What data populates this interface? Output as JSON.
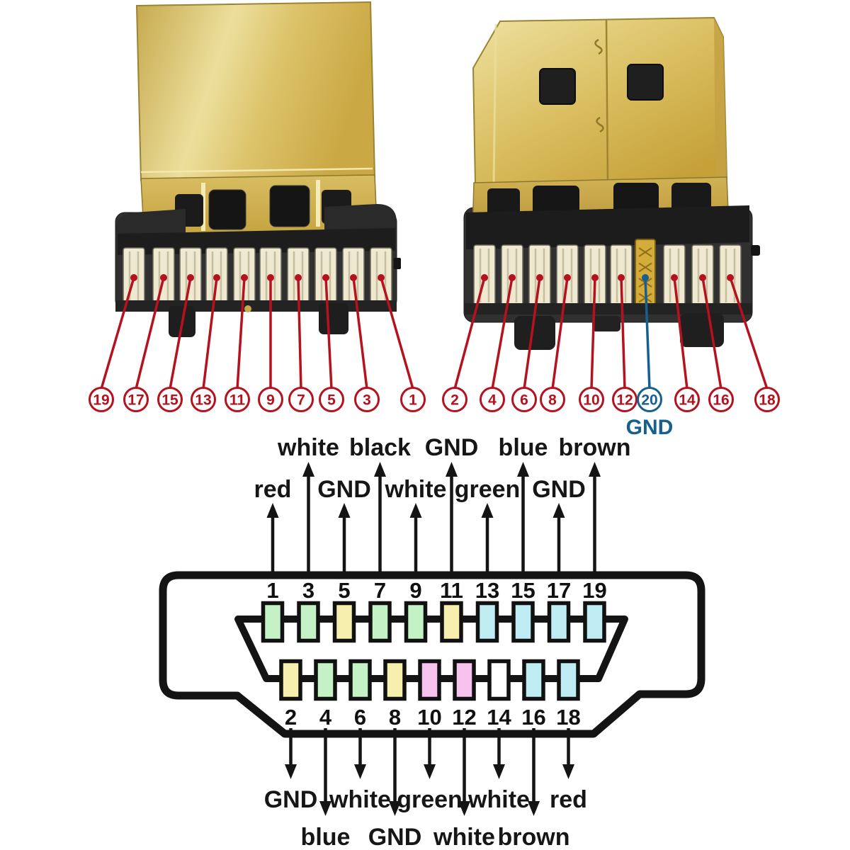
{
  "palette": {
    "callout_red": "#b5121f",
    "callout_blue": "#15608f",
    "line_black": "#141414",
    "label_color": "#161616",
    "connector_gold": "#d9bd63",
    "wire_green": "#c4f1c5",
    "wire_yellow": "#f7efad",
    "wire_cyan": "#c0edf3",
    "wire_pink": "#f5c3ee",
    "wire_white": "#ffffff"
  },
  "left_connector": {
    "callouts": [
      "19",
      "17",
      "15",
      "13",
      "11",
      "9",
      "7",
      "5",
      "3",
      "1"
    ]
  },
  "right_connector": {
    "callouts": [
      "2",
      "4",
      "6",
      "8",
      "10",
      "12",
      "20",
      "14",
      "16",
      "18"
    ],
    "special_callout": "20",
    "special_label": "GND"
  },
  "pinout_diagram": {
    "top_pins": [
      {
        "pin": "1",
        "box": "green",
        "wire": "red",
        "row": "near"
      },
      {
        "pin": "3",
        "box": "green",
        "wire": "white",
        "row": "far"
      },
      {
        "pin": "5",
        "box": "yellow",
        "wire": "GND",
        "row": "near"
      },
      {
        "pin": "7",
        "box": "green",
        "wire": "black",
        "row": "far"
      },
      {
        "pin": "9",
        "box": "green",
        "wire": "white",
        "row": "near"
      },
      {
        "pin": "11",
        "box": "yellow",
        "wire": "GND",
        "row": "far"
      },
      {
        "pin": "13",
        "box": "cyan",
        "wire": "green",
        "row": "near"
      },
      {
        "pin": "15",
        "box": "cyan",
        "wire": "blue",
        "row": "far"
      },
      {
        "pin": "17",
        "box": "cyan",
        "wire": "GND",
        "row": "near"
      },
      {
        "pin": "19",
        "box": "cyan",
        "wire": "brown",
        "row": "far"
      }
    ],
    "bottom_pins": [
      {
        "pin": "2",
        "box": "yellow",
        "wire": "GND",
        "row": "near"
      },
      {
        "pin": "4",
        "box": "green",
        "wire": "blue",
        "row": "far"
      },
      {
        "pin": "6",
        "box": "green",
        "wire": "white",
        "row": "near"
      },
      {
        "pin": "8",
        "box": "yellow",
        "wire": "GND",
        "row": "far"
      },
      {
        "pin": "10",
        "box": "pink",
        "wire": "green",
        "row": "near"
      },
      {
        "pin": "12",
        "box": "pink",
        "wire": "white",
        "row": "far"
      },
      {
        "pin": "14",
        "box": "white",
        "wire": "white",
        "row": "near"
      },
      {
        "pin": "16",
        "box": "cyan",
        "wire": "brown",
        "row": "far"
      },
      {
        "pin": "18",
        "box": "cyan",
        "wire": "red",
        "row": "near"
      }
    ]
  }
}
